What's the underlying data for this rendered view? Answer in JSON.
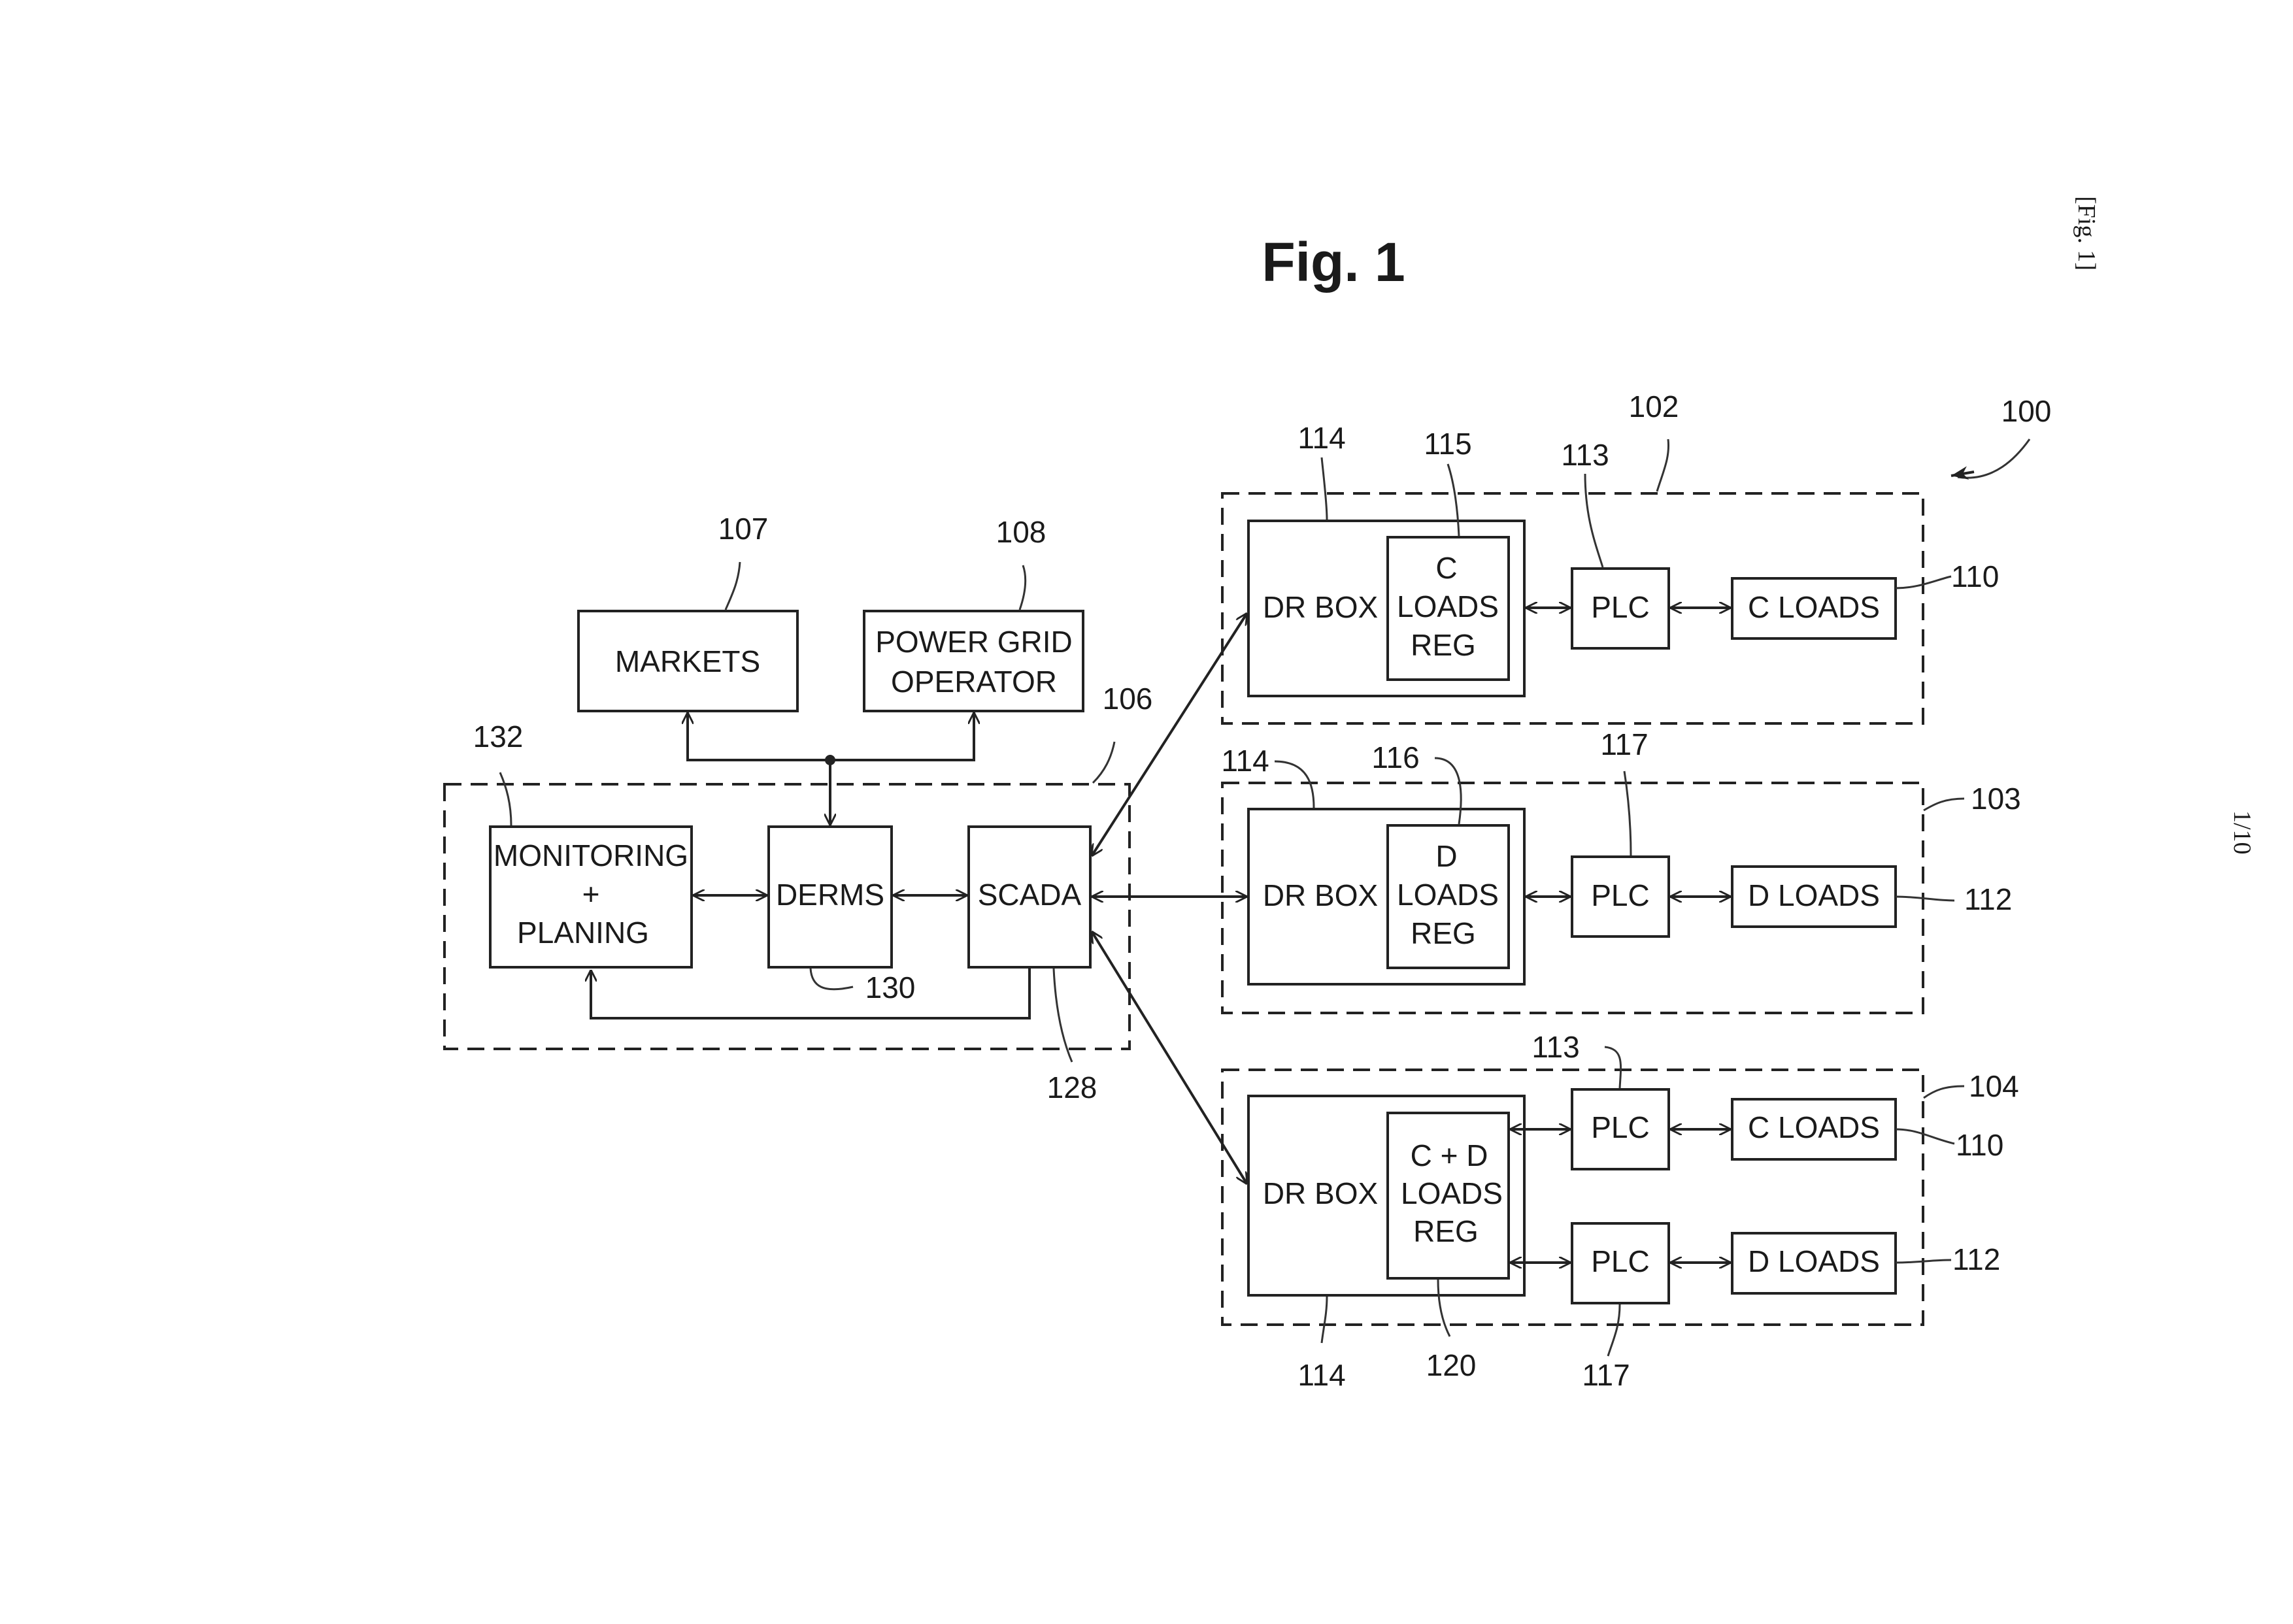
{
  "figure": {
    "title": "Fig. 1",
    "side_label": "[Fig. 1]",
    "page_number": "1/10"
  },
  "central": {
    "monitoring": [
      "MONITORING",
      "+",
      "PLANING"
    ],
    "derms": "DERMS",
    "scada": "SCADA"
  },
  "external": {
    "markets": "MARKETS",
    "grid_operator": [
      "POWER GRID",
      "OPERATOR"
    ]
  },
  "site_102": {
    "dr_box": "DR BOX",
    "reg": [
      "C",
      "LOADS",
      "REG"
    ],
    "plc": "PLC",
    "loads": "C LOADS"
  },
  "site_103": {
    "dr_box": "DR BOX",
    "reg": [
      "D",
      "LOADS",
      "REG"
    ],
    "plc": "PLC",
    "loads": "D LOADS"
  },
  "site_104": {
    "dr_box": "DR BOX",
    "reg": [
      "C + D",
      "LOADS",
      "REG"
    ],
    "plc_top": "PLC",
    "plc_bottom": "PLC",
    "loads_top": "C LOADS",
    "loads_bottom": "D LOADS"
  },
  "refs": {
    "r100": "100",
    "r102": "102",
    "r103": "103",
    "r104": "104",
    "r106": "106",
    "r107": "107",
    "r108": "108",
    "r110a": "110",
    "r110b": "110",
    "r112a": "112",
    "r112b": "112",
    "r113a": "113",
    "r113b": "113",
    "r114a": "114",
    "r114b": "114",
    "r114c": "114",
    "r115": "115",
    "r116": "116",
    "r117a": "117",
    "r117b": "117",
    "r120": "120",
    "r128": "128",
    "r130": "130",
    "r132": "132"
  }
}
